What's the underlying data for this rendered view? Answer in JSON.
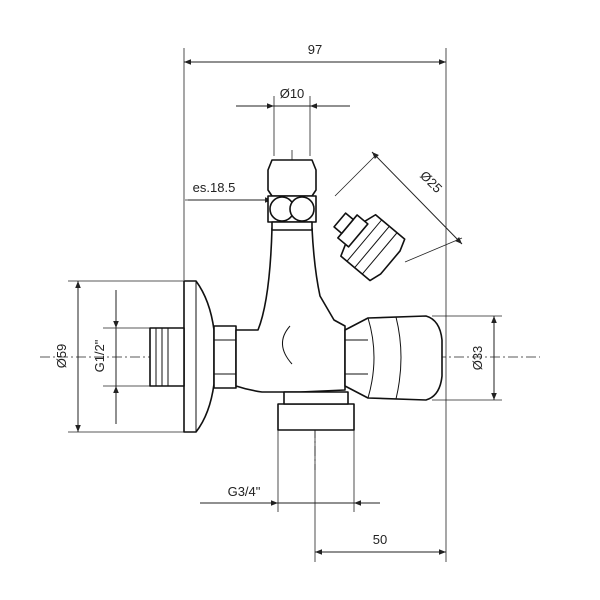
{
  "dimensions": {
    "overall_width": "97",
    "stem_diameter": "Ø10",
    "hex_size": "es.18.5",
    "handle_diameter": "Ø25",
    "flange_diameter": "Ø59",
    "inlet_thread": "G1/2\"",
    "knob_diameter": "Ø33",
    "outlet_thread": "G3/4\"",
    "outlet_offset": "50"
  }
}
